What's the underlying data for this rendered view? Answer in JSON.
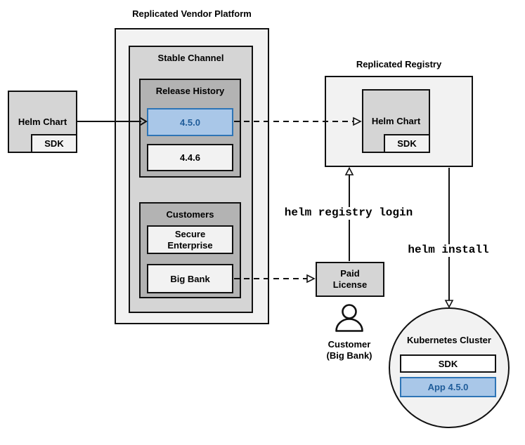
{
  "colors": {
    "highlight_fill": "#a9c7e8",
    "highlight_border": "#2e75b6",
    "highlight_text": "#1f5c99",
    "box_light": "#d5d5d5",
    "box_mid": "#b3b3b3",
    "box_lightest": "#f2f2f2"
  },
  "source": {
    "helm_chart": "Helm Chart",
    "sdk": "SDK"
  },
  "platform": {
    "title": "Replicated Vendor Platform",
    "stable_channel": {
      "label": "Stable Channel"
    },
    "release_history": {
      "label": "Release History",
      "releases": [
        {
          "version": "4.5.0",
          "highlighted": true
        },
        {
          "version": "4.4.6",
          "highlighted": false
        }
      ]
    },
    "customers": {
      "label": "Customers",
      "items": [
        {
          "line1": "Secure",
          "line2": "Enterprise"
        },
        {
          "line1": "Big Bank",
          "line2": ""
        }
      ]
    }
  },
  "registry": {
    "title": "Replicated Registry",
    "helm_chart": "Helm Chart",
    "sdk": "SDK"
  },
  "license": {
    "line1": "Paid",
    "line2": "License"
  },
  "customer": {
    "name": "Customer",
    "org": "(Big Bank)",
    "icon": "person-icon"
  },
  "commands": {
    "registry_login": "helm registry login",
    "install": "helm install"
  },
  "cluster": {
    "title": "Kubernetes Cluster",
    "sdk": "SDK",
    "app": "App 4.5.0"
  }
}
